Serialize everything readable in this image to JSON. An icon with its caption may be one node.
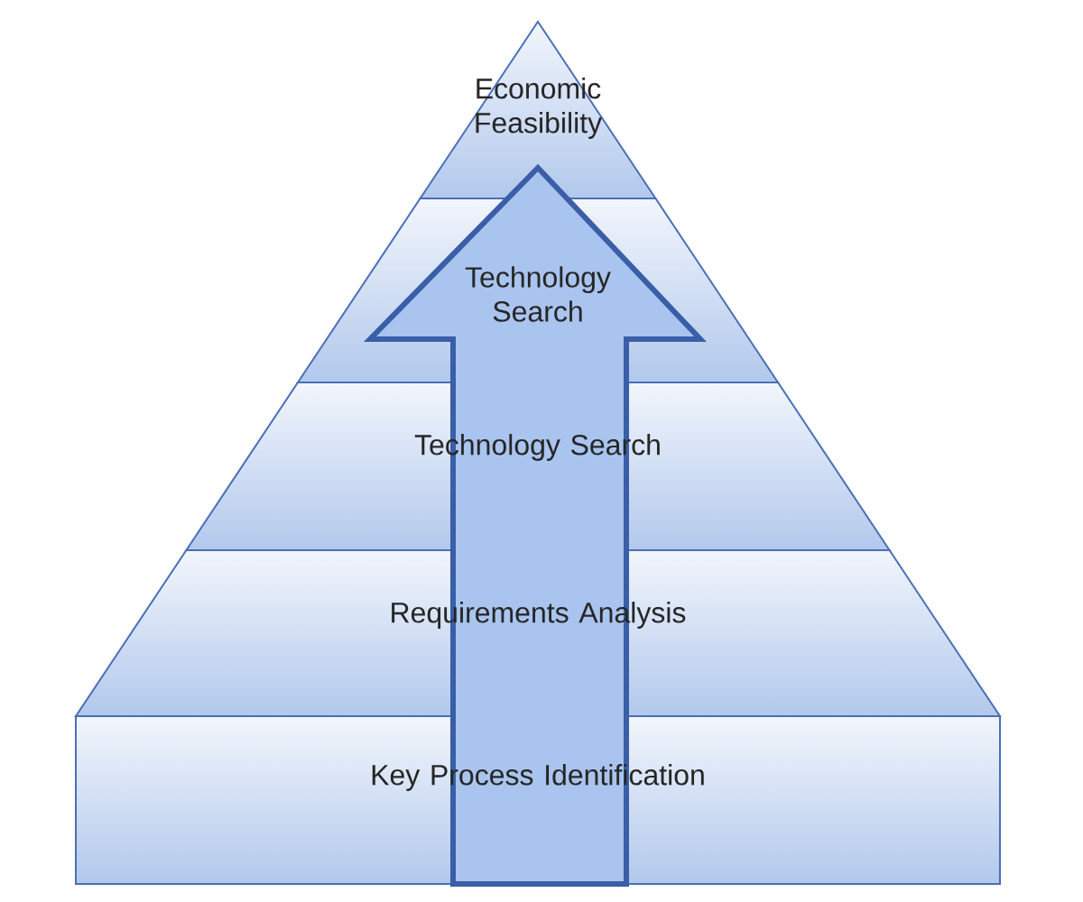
{
  "diagram": {
    "nodes": [
      {
        "text": [
          "Economic Feasibility"
        ]
      },
      {
        "text": [
          "Technology Search"
        ]
      },
      {
        "text": [
          "Technology Search"
        ]
      },
      {
        "text": [
          "Requirements Analysis"
        ]
      },
      {
        "text": [
          "Key Process Identification"
        ]
      }
    ]
  }
}
